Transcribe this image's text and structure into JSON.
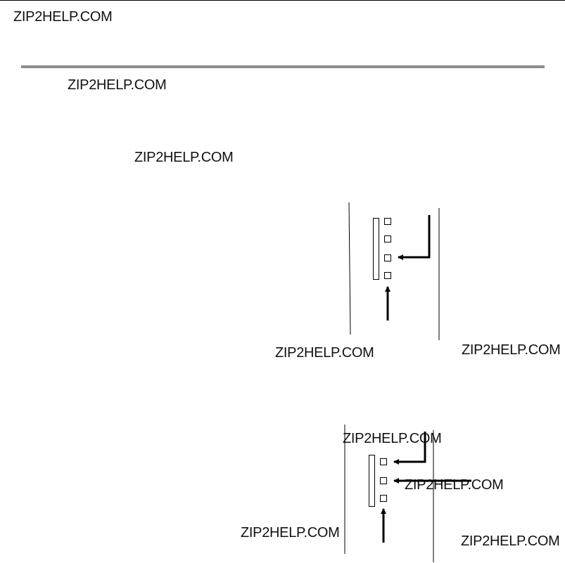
{
  "watermarks": [
    "ZIP2HELP.COM",
    "ZIP2HELP.COM",
    "ZIP2HELP.COM",
    "ZIP2HELP.COM",
    "ZIP2HELP.COM",
    "ZIP2HELP.COM",
    "ZIP2HELP.COM",
    "ZIP2HELP.COM",
    "ZIP2HELP.COM"
  ],
  "colors": {
    "line": "#000000",
    "header_rule": "#8c8c8c",
    "background": "#ffffff"
  },
  "figures": [
    {
      "description_icon": "connector-with-arrows-3-ports",
      "port_count": 4
    },
    {
      "description_icon": "connector-with-arrows-3-ports",
      "port_count": 3
    }
  ]
}
